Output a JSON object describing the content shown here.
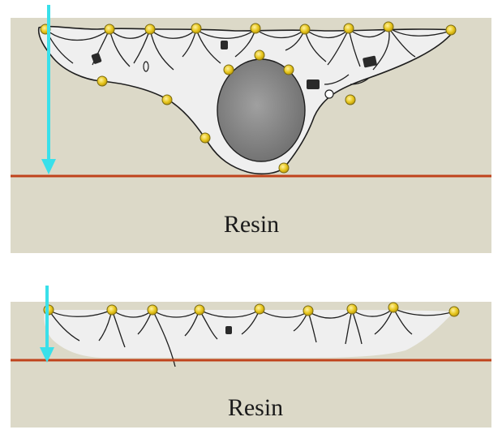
{
  "panels": [
    {
      "id": "top",
      "resin_label": "Resin"
    },
    {
      "id": "bottom",
      "resin_label": "Resin"
    }
  ],
  "colors": {
    "background": "#dcd9c8",
    "cell": "#efefef",
    "nucleus": "#8a8a8a",
    "interface_line": "#c0431c",
    "arrow": "#39e0ea",
    "particle": "#e6c51c",
    "particle_stroke": "#7a6a10",
    "filament": "#1e1e1e"
  },
  "icons": {
    "arrow": "downward-arrow-icon",
    "particle": "gold-particle-icon"
  }
}
